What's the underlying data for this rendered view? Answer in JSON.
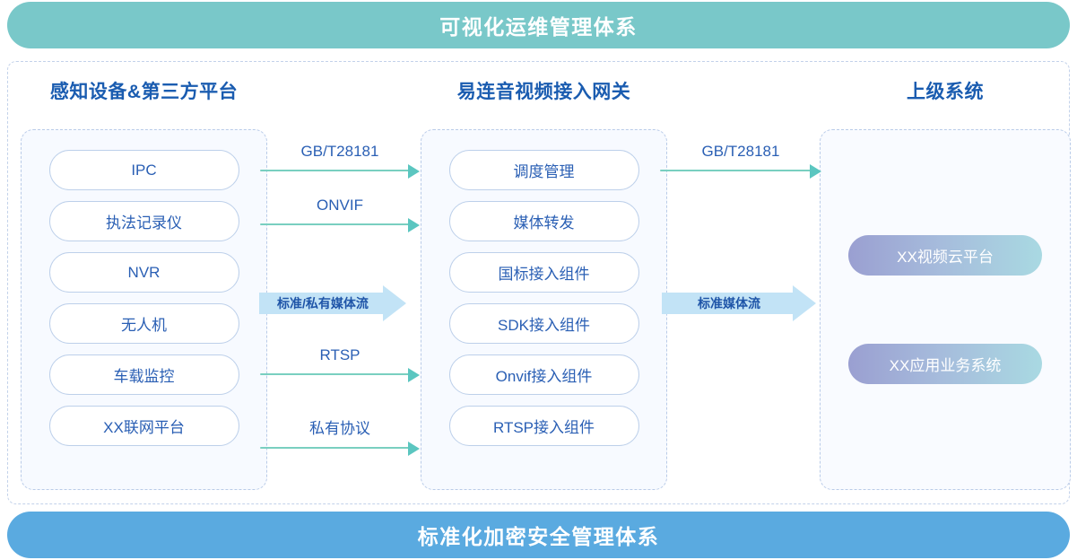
{
  "banners": {
    "top": "可视化运维管理体系",
    "bottom": "标准化加密安全管理体系",
    "top_color": "#79c8c9",
    "bottom_color": "#5aaae0"
  },
  "columns": {
    "left": {
      "title": "感知设备&第三方平台",
      "items": [
        {
          "label": "IPC"
        },
        {
          "label": "执法记录仪"
        },
        {
          "label": "NVR"
        },
        {
          "label": "无人机"
        },
        {
          "label": "车载监控"
        },
        {
          "label": "XX联网平台"
        }
      ]
    },
    "middle": {
      "title": "易连音视频接入网关",
      "items": [
        {
          "label": "调度管理"
        },
        {
          "label": "媒体转发"
        },
        {
          "label": "国标接入组件"
        },
        {
          "label": "SDK接入组件"
        },
        {
          "label": "Onvif接入组件"
        },
        {
          "label": "RTSP接入组件"
        }
      ]
    },
    "right": {
      "title": "上级系统",
      "items": [
        {
          "label": "XX视频云平台"
        },
        {
          "label": "XX应用业务系统"
        }
      ]
    }
  },
  "connectors": {
    "left_to_mid": [
      {
        "label": "GB/T28181"
      },
      {
        "label": "ONVIF"
      },
      {
        "label": "RTSP"
      },
      {
        "label": "私有协议"
      }
    ],
    "mid_to_right": [
      {
        "label": "GB/T28181"
      }
    ],
    "media_flows": [
      {
        "label": "标准/私有媒体流"
      },
      {
        "label": "标准媒体流"
      }
    ]
  },
  "theme": {
    "title_color": "#1a5cb0",
    "pill_text": "#2a5fb4",
    "pill_border": "#bdd0ea",
    "arrow_color": "#5bc6c0",
    "media_arrow_color": "#c2e3f6",
    "gradient_start": "#9a9fd1",
    "gradient_end": "#a9d9e2"
  }
}
